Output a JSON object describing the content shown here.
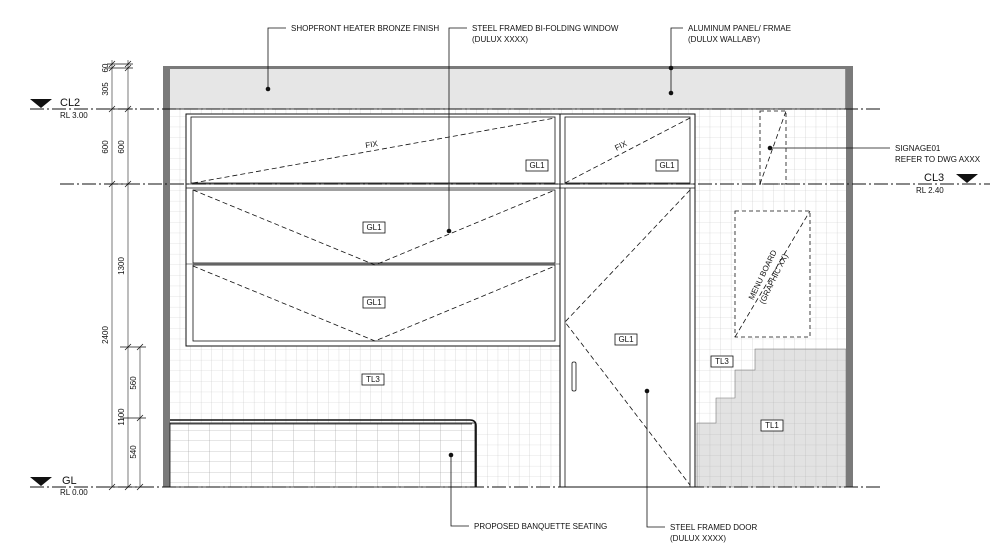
{
  "callouts": {
    "heater": "SHOPFRONT HEATER BRONZE FINISH",
    "window_line1": "STEEL FRAMED BI-FOLDING WINDOW",
    "window_line2": "(DULUX XXXX)",
    "panel_line1": "ALUMINUM PANEL/ FRMAE",
    "panel_line2": "(DULUX WALLABY)",
    "signage_line1": "SIGNAGE01",
    "signage_line2": "REFER TO DWG AXXX",
    "banquette": "PROPOSED BANQUETTE SEATING",
    "door_line1": "STEEL FRAMED DOOR",
    "door_line2": "(DULUX XXXX)"
  },
  "levels": {
    "cl2_name": "CL2",
    "cl2_rl": "RL 3.00",
    "cl3_name": "CL3",
    "cl3_rl": "RL 2.40",
    "gl_name": "GL",
    "gl_rl": "RL 0.00"
  },
  "tags": {
    "gl1": "GL1",
    "tl1": "TL1",
    "tl3": "TL3",
    "fix": "FIX"
  },
  "menu_board": {
    "line1": "MENU BOARD",
    "line2": "(GRAPHIC XX)"
  },
  "dimensions": {
    "d305": "305",
    "d60": "60",
    "d600a": "600",
    "d600b": "600",
    "d1300": "1300",
    "d2400": "2400",
    "d560": "560",
    "d1100": "1100",
    "d540": "540"
  }
}
